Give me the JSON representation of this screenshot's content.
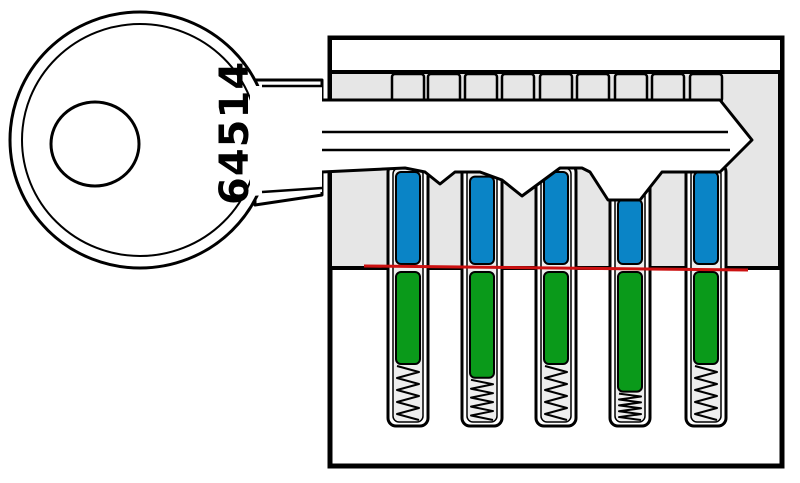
{
  "diagram": {
    "key_number": "64514",
    "colors": {
      "outline": "#000000",
      "key_fill": "#ffffff",
      "plug_fill": "#e6e6e6",
      "housing_fill": "#ffffff",
      "key_pin": "#0a84c6",
      "driver_pin": "#0a9a1a",
      "shear_line": "#cc1111"
    },
    "pins": [
      {
        "name": "pin-1",
        "key_pin_length": 1.0,
        "driver_pin_length": 1.0
      },
      {
        "name": "pin-2",
        "key_pin_length": 0.95,
        "driver_pin_length": 1.15
      },
      {
        "name": "pin-3",
        "key_pin_length": 1.0,
        "driver_pin_length": 1.0
      },
      {
        "name": "pin-4",
        "key_pin_length": 0.7,
        "driver_pin_length": 1.3
      },
      {
        "name": "pin-5",
        "key_pin_length": 1.0,
        "driver_pin_length": 1.0
      }
    ]
  }
}
